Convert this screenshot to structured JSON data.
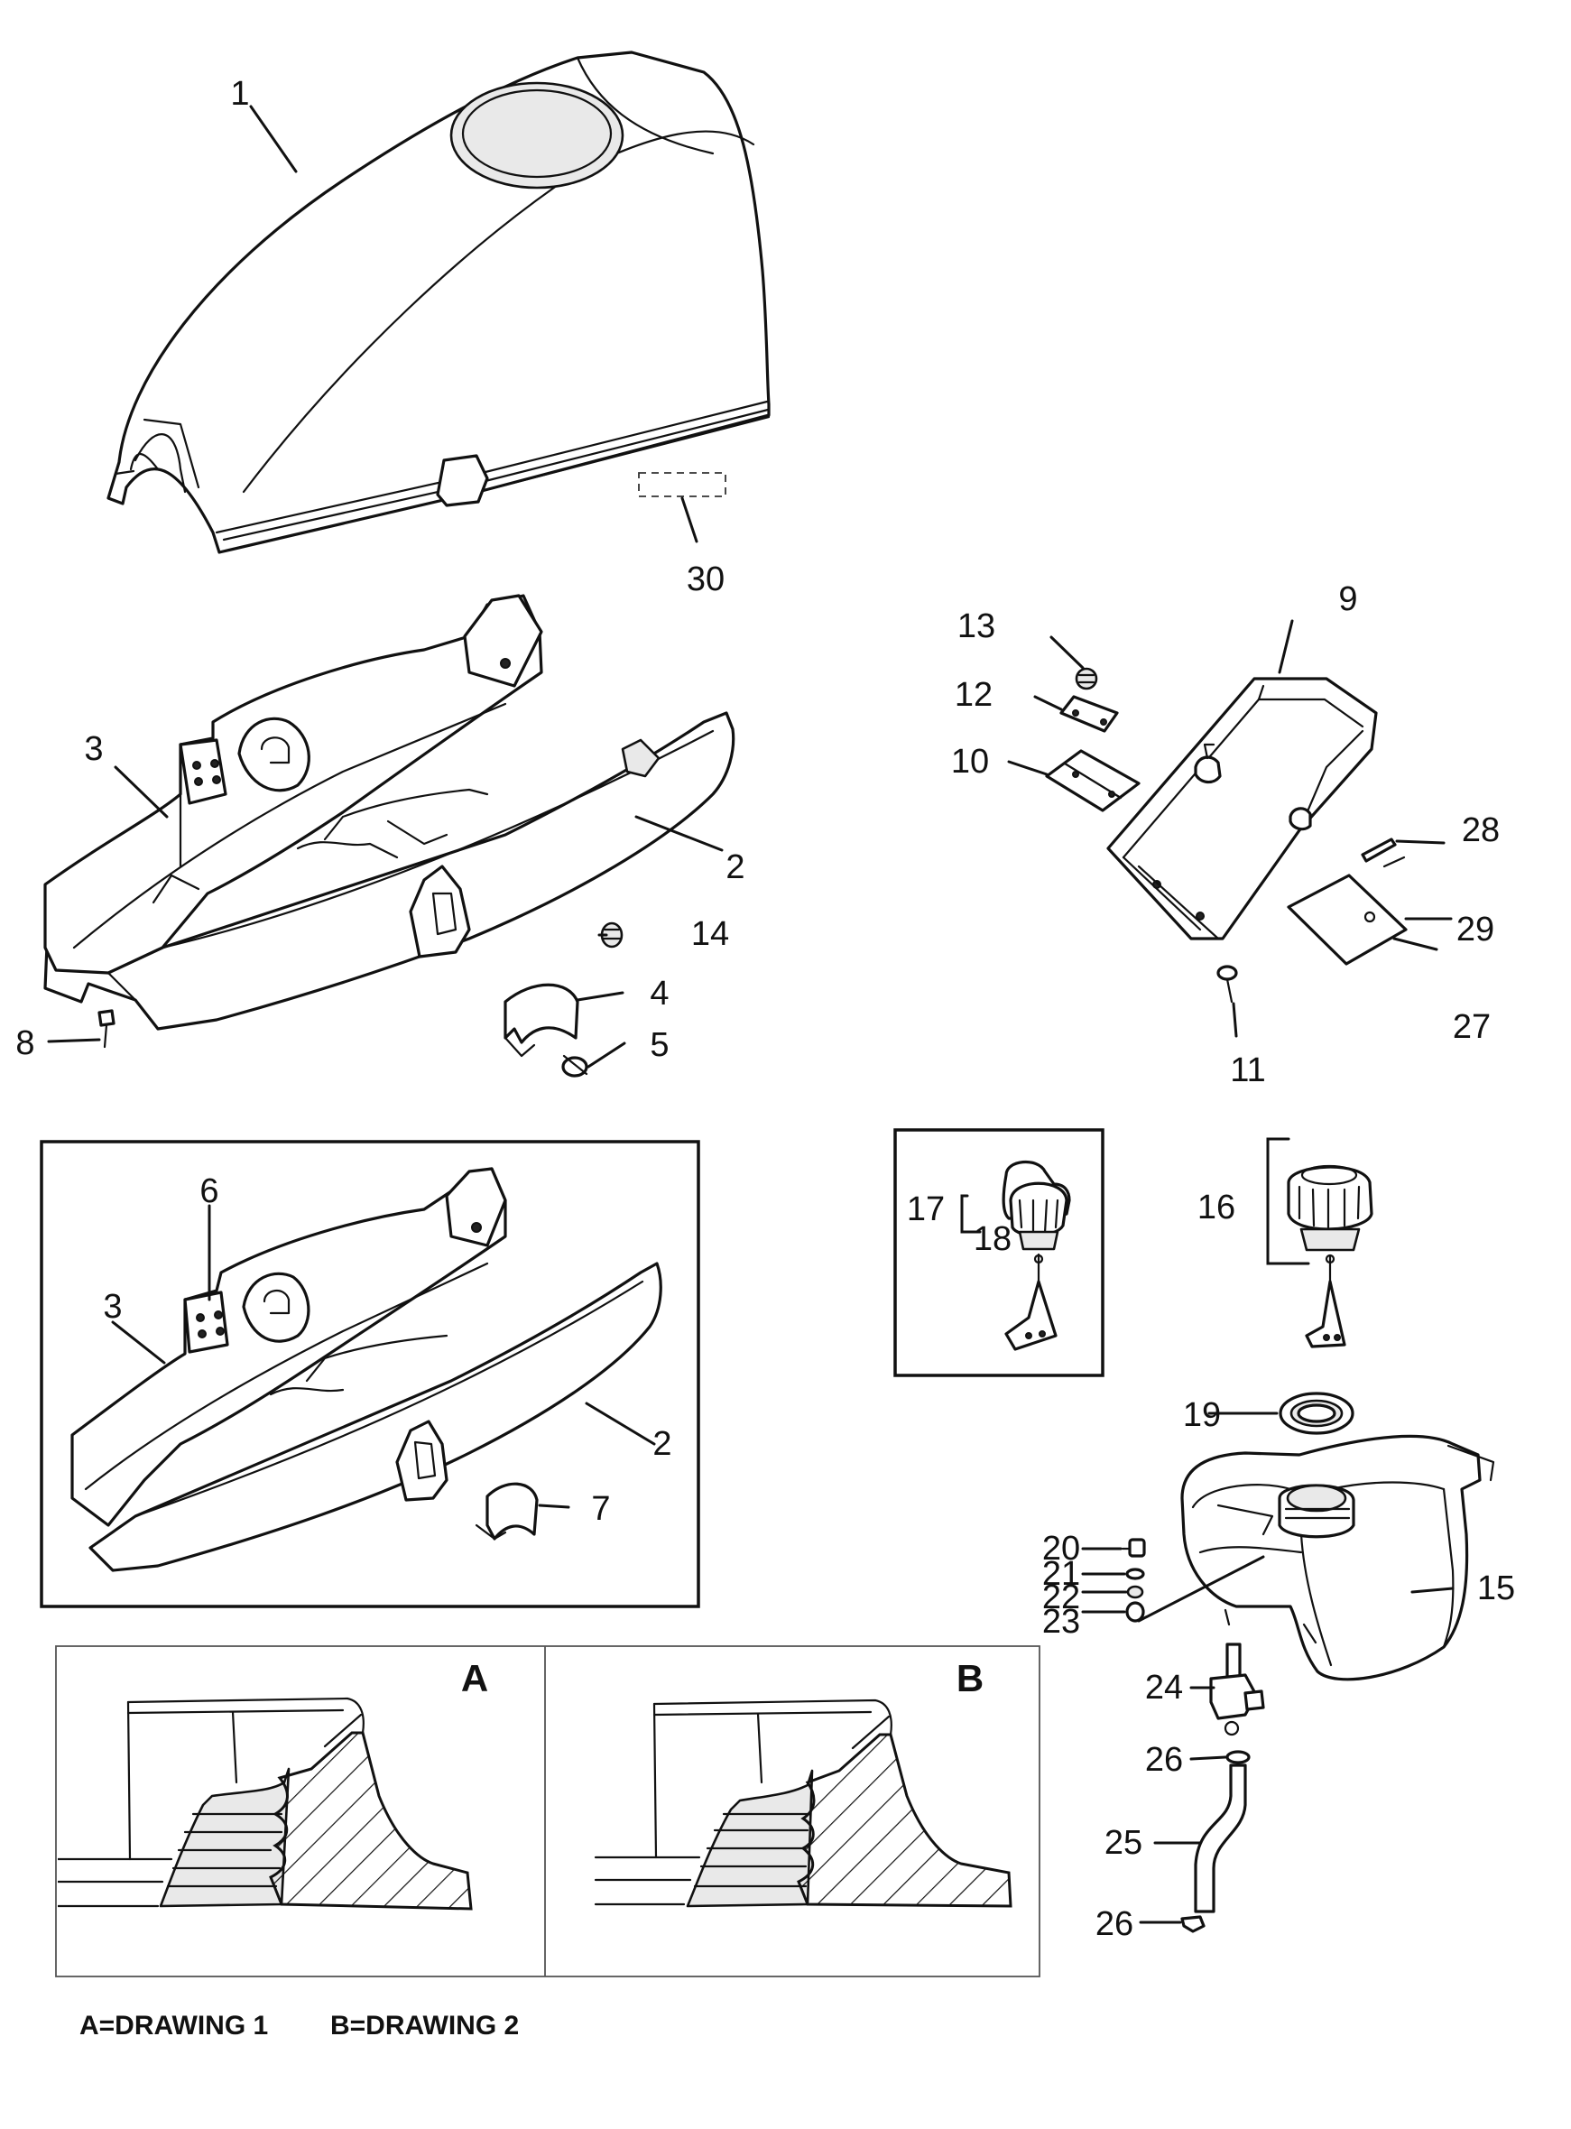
{
  "callouts": {
    "c1": "1",
    "c2": "2",
    "c2b": "2",
    "c3": "3",
    "c3b": "3",
    "c4": "4",
    "c5": "5",
    "c6": "6",
    "c7": "7",
    "c8": "8",
    "c9": "9",
    "c10": "10",
    "c11": "11",
    "c12": "12",
    "c13": "13",
    "c14": "14",
    "c15": "15",
    "c16": "16",
    "c17": "17",
    "c18": "18",
    "c19": "19",
    "c20": "20",
    "c21": "21",
    "c22": "22",
    "c23": "23",
    "c24": "24",
    "c25": "25",
    "c26a": "26",
    "c26b": "26",
    "c27": "27",
    "c28": "28",
    "c29": "29",
    "c30": "30"
  },
  "details": {
    "a_letter": "A",
    "b_letter": "B"
  },
  "caption": {
    "a": "A=DRAWING 1",
    "b": "B=DRAWING 2"
  }
}
